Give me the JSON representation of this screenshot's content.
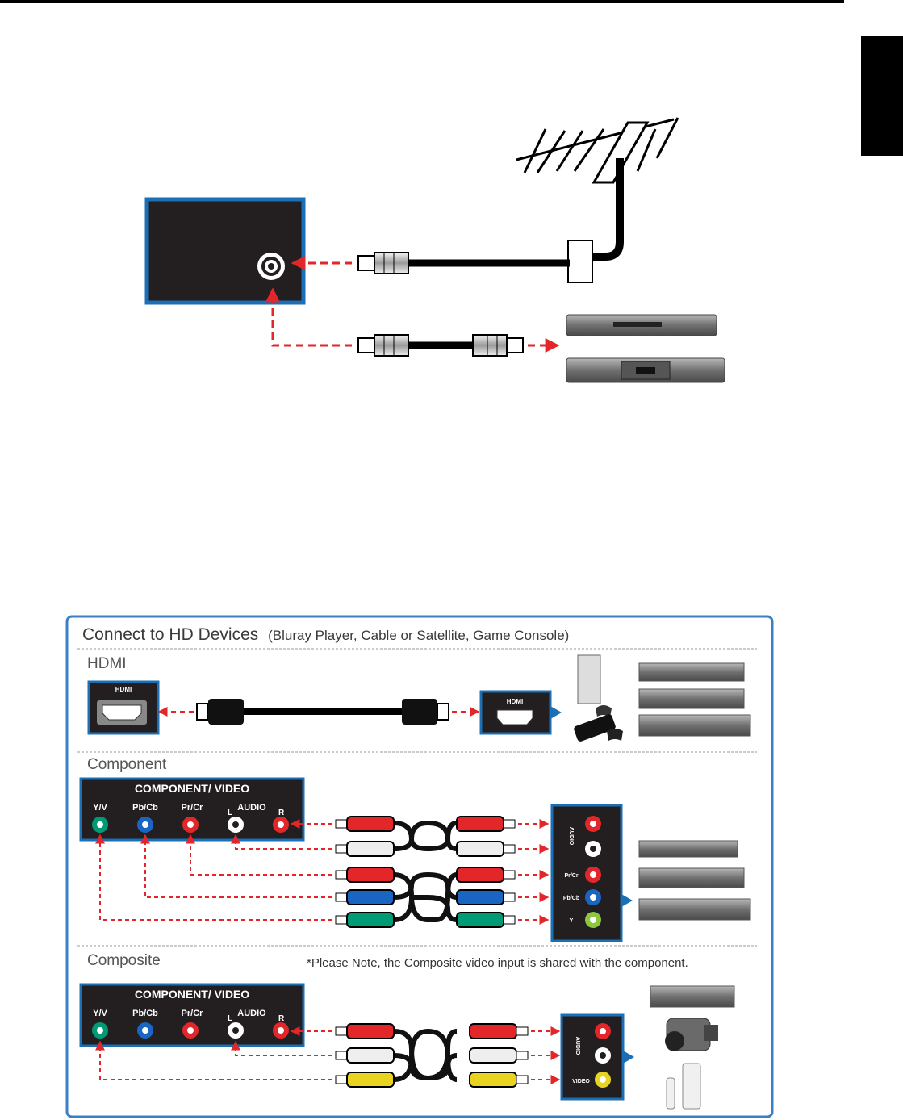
{
  "panel": {
    "title": "Connect to HD Devices",
    "title_sub": "(Bluray Player, Cable or Satellite, Game Console)",
    "sections": {
      "hdmi": "HDMI",
      "component": "Component",
      "composite": "Composite"
    },
    "note": "*Please Note, the Composite video input is shared with the component."
  },
  "labels": {
    "hdmi_port": "HDMI",
    "device_hdmi_port": "HDMI",
    "comp_header": "COMPONENT/ VIDEO",
    "yv": "Y/V",
    "pbcb": "Pb/Cb",
    "prcr": "Pr/Cr",
    "audio": "AUDIO",
    "l": "L",
    "r": "R",
    "dev_audio": "AUDIO",
    "dev_prcr": "Pr/Cr",
    "dev_pbcb": "Pb/Cb",
    "dev_y": "Y",
    "dev_video": "VIDEO"
  },
  "colors": {
    "tv_blue": "#1b6fb5",
    "panel_border": "#3b7fc4",
    "arrow_red": "#e2262a",
    "jack_green": "#009a75",
    "jack_blue": "#1a64c2",
    "jack_red": "#e2262a",
    "jack_yellow": "#e8d320"
  }
}
